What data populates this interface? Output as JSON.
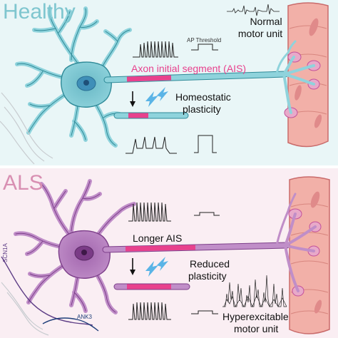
{
  "healthy": {
    "title": "Healthy",
    "normal_motor_unit": [
      "Normal",
      "motor unit"
    ],
    "ap_threshold": "AP Threshold",
    "ais": "Axon initial segment (AIS)",
    "homeostatic": [
      "Homeostatic",
      "plasticity"
    ]
  },
  "als": {
    "title": "ALS",
    "longer_ais": "Longer AIS",
    "reduced": [
      "Reduced",
      "plasticity"
    ],
    "hyperexcitable": [
      "Hyperexcitable",
      "motor unit"
    ],
    "gene_scn1a": "SCN1A",
    "gene_ank3": "ANK3"
  },
  "colors": {
    "healthy_bg": "#e9f6f7",
    "als_bg": "#faeef3",
    "healthy_neuron": "#8fd3dc",
    "als_neuron": "#c08ec8",
    "ais": "#e8418d",
    "muscle": "#f2b0a8",
    "title_healthy": "#7fc6cf",
    "title_als": "#d88fb2"
  },
  "icons": [
    "lightning-icon",
    "down-arrow-icon",
    "action-potential-trace",
    "threshold-pulse"
  ]
}
